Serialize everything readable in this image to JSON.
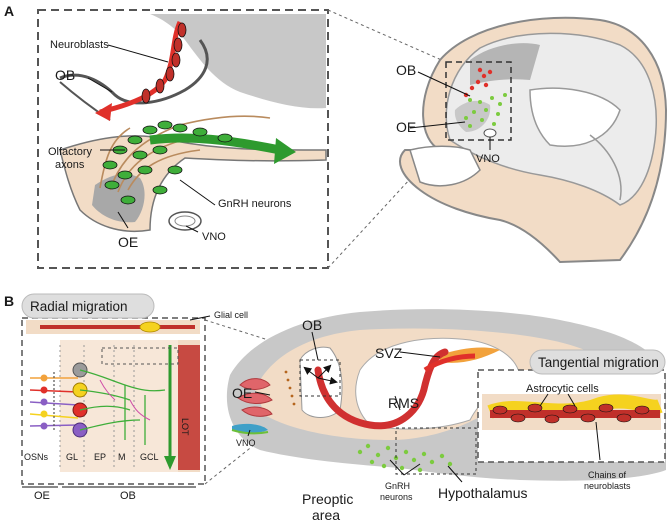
{
  "panel_a": {
    "letter": "A",
    "inset_labels": {
      "neuroblasts": "Neuroblasts",
      "ob": "OB",
      "olfactory_axons_1": "Olfactory",
      "olfactory_axons_2": "axons",
      "gnrh_neurons": "GnRH  neurons",
      "oe": "OE",
      "vno": "VNO"
    },
    "head_labels": {
      "ob": "OB",
      "oe": "OE",
      "vno": "VNO"
    }
  },
  "panel_b": {
    "letter": "B",
    "radial_title": "Radial migration",
    "glial_cell": "Glial cell",
    "layers": [
      "OSNs",
      "GL",
      "EP",
      "M",
      "GCL"
    ],
    "lot": "LOT",
    "bottom_groups": {
      "oe": "OE",
      "ob": "OB"
    },
    "brain_labels": {
      "ob": "OB",
      "svz": "SVZ",
      "oe": "OE",
      "rms": "RMS",
      "vno": "VNO",
      "preoptic_1": "Preoptic",
      "preoptic_2": "area",
      "gnrh_1": "GnRH",
      "gnrh_2": "neurons",
      "hypothalamus": "Hypothalamus"
    },
    "tangential_title": "Tangential migration",
    "astrocytic_cells": "Astrocytic cells",
    "chains_1": "Chains of",
    "chains_2": "neuroblasts"
  },
  "colors": {
    "grey_tissue": "#c8c8c8",
    "skin": "#f2dcc6",
    "neuroblast_red": "#c0302a",
    "gnrh_green": "#3fae3a",
    "arrow_green": "#2e9a2e",
    "arrow_red": "#e0302a",
    "astro_yellow": "#f5d21f",
    "svz_orange": "#f2a23c"
  }
}
